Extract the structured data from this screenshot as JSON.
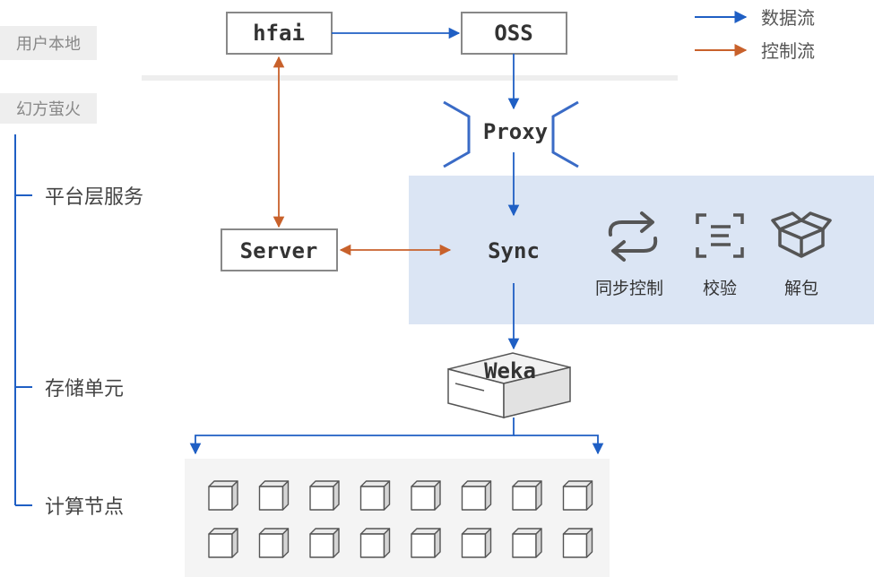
{
  "legend": {
    "data_flow": "数据流",
    "control_flow": "控制流"
  },
  "colors": {
    "data_flow": "#1f5fc4",
    "control_flow": "#c8612b",
    "platform_band": "#dbe5f4",
    "box_border": "#888888",
    "text": "#333333",
    "layer_label_bg": "#eeeeee",
    "tree_line": "#1f5fc4"
  },
  "layers": {
    "user_local": "用户本地",
    "hf_platform": "幻方萤火",
    "platform_service": "平台层服务",
    "storage_unit": "存储单元",
    "compute_node": "计算节点"
  },
  "nodes": {
    "hfai": "hfai",
    "oss": "OSS",
    "proxy": "Proxy",
    "server": "Server",
    "sync": "Sync",
    "weka": "Weka"
  },
  "sync_features": [
    {
      "label": "同步控制",
      "icon": "sync-arrows-icon"
    },
    {
      "label": "校验",
      "icon": "scan-check-icon"
    },
    {
      "label": "解包",
      "icon": "open-box-icon"
    }
  ],
  "compute_grid": {
    "rows": 2,
    "cols": 8,
    "icon": "cube-icon"
  }
}
